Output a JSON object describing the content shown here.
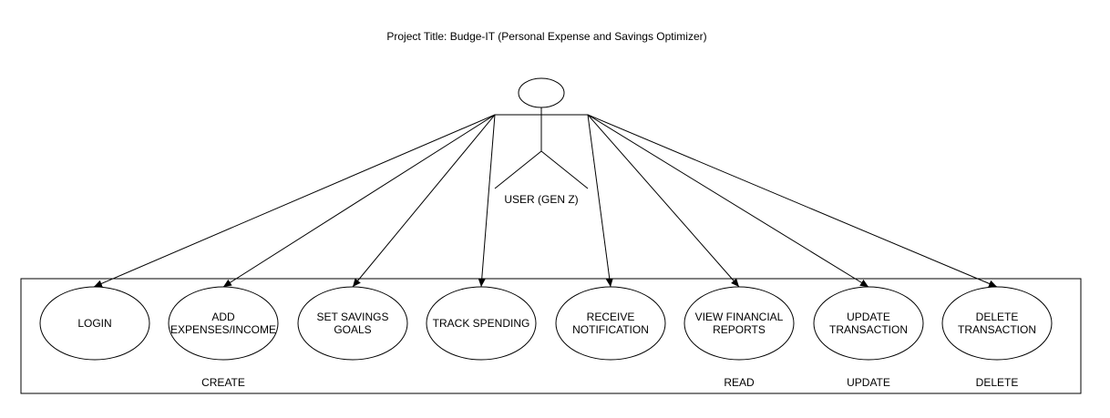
{
  "title": "Project Title: Budge-IT (Personal Expense and Savings Optimizer)",
  "actor": {
    "label": "USER (GEN Z)"
  },
  "use_cases": [
    {
      "id": "login",
      "label": "LOGIN"
    },
    {
      "id": "add-expenses-income",
      "label": "ADD EXPENSES/INCOME"
    },
    {
      "id": "set-savings-goals",
      "label": "SET SAVINGS GOALS"
    },
    {
      "id": "track-spending",
      "label": "TRACK SPENDING"
    },
    {
      "id": "receive-notification",
      "label": "RECEIVE NOTIFICATION"
    },
    {
      "id": "view-financial-reports",
      "label": "VIEW FINANCIAL REPORTS"
    },
    {
      "id": "update-transaction",
      "label": "UPDATE TRANSACTION"
    },
    {
      "id": "delete-transaction",
      "label": "DELETE TRANSACTION"
    }
  ],
  "groups": [
    {
      "id": "create",
      "label": "CREATE"
    },
    {
      "id": "read",
      "label": "READ"
    },
    {
      "id": "update",
      "label": "UPDATE"
    },
    {
      "id": "delete",
      "label": "DELETE"
    }
  ]
}
